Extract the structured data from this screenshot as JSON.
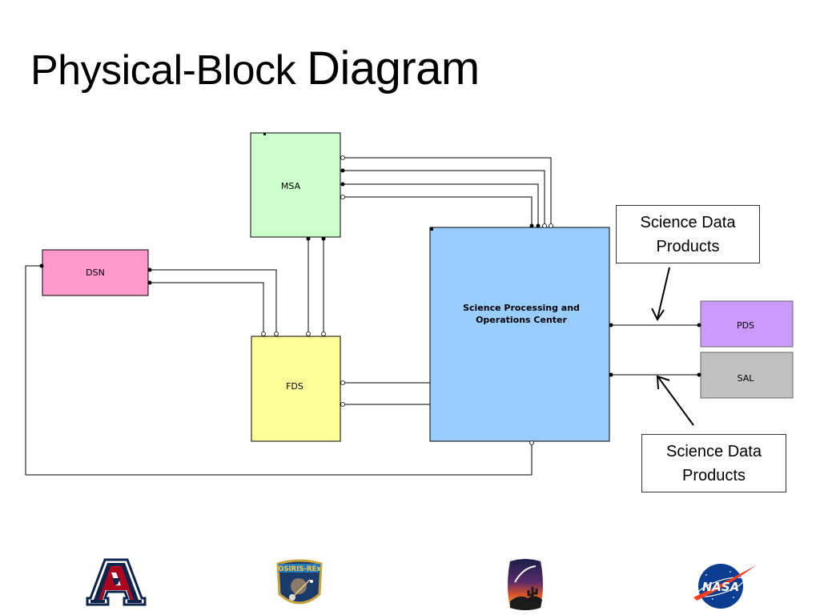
{
  "slide": {
    "title_part1": "Physical-Block",
    "title_part2": "Diagram"
  },
  "blocks": {
    "msa": {
      "label": "MSA",
      "color": "#ccffcc"
    },
    "dsn": {
      "label": "DSN",
      "color": "#ff99cc"
    },
    "fds": {
      "label": "FDS",
      "color": "#ffff99"
    },
    "spoc": {
      "label_line1": "Science Processing and",
      "label_line2": "Operations Center",
      "color": "#99ccff"
    },
    "pds": {
      "label": "PDS",
      "color": "#cc99ff"
    },
    "sal": {
      "label": "SAL",
      "color": "#c0c0c0"
    }
  },
  "callouts": {
    "top": {
      "line1": "Science Data",
      "line2": "Products"
    },
    "bottom": {
      "line1": "Science Data",
      "line2": "Products"
    }
  },
  "logos": {
    "left": "university-of-arizona-logo",
    "center_left": "osiris-rex-mission-patch",
    "center_right": "desert-cactus-logo",
    "right": "nasa-meatball-logo",
    "patch_text": "OSIRIS-REx",
    "nasa_text": "NASA"
  }
}
